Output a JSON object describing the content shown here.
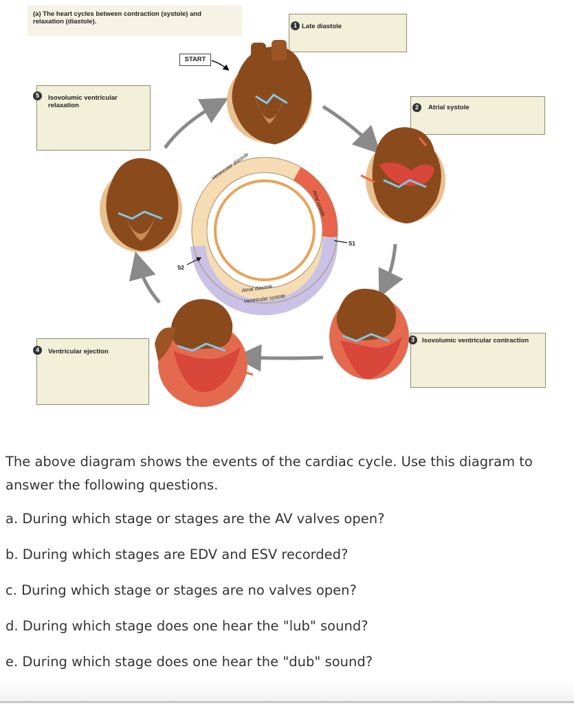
{
  "diagram": {
    "caption": "(a) The heart cycles between contraction (systole) and relaxation (diastole).",
    "start_label": "START",
    "stages": [
      {
        "number": "1",
        "label": "Late diastole"
      },
      {
        "number": "2",
        "label": "Atrial systole"
      },
      {
        "number": "3",
        "label": "Isovolumic ventricular contraction"
      },
      {
        "number": "4",
        "label": "Ventricular ejection"
      },
      {
        "number": "5",
        "label": "Isovolumic ventricular relaxation"
      }
    ],
    "ring_labels": {
      "ventricular_diastole": "Ventricular diastole",
      "atrial_systole": "Atrial systole",
      "atrial_diastole": "Atrial diastole",
      "ventricular_systole": "Ventricular systole",
      "s1": "S1",
      "s2": "S2"
    },
    "colors": {
      "box_fill": "#f3f0d9",
      "ventricular_diastole_band": "#f6dcb3",
      "atrial_systole_band": "#e8644a",
      "ventricular_systole_band": "#c9c2e6",
      "heart_brown": "#8b4a1c",
      "heart_red": "#d9463a"
    }
  },
  "text": {
    "intro": "The above diagram shows the events of the cardiac cycle. Use this diagram to answer the following questions.",
    "questions": [
      "a. During which stage or stages are the AV valves open?",
      "b. During which stages are EDV and ESV recorded?",
      "c. During which stage or stages are no valves open?",
      "d. During which stage does one hear the \"lub\" sound?",
      "e. During which stage does one hear the \"dub\" sound?"
    ]
  }
}
